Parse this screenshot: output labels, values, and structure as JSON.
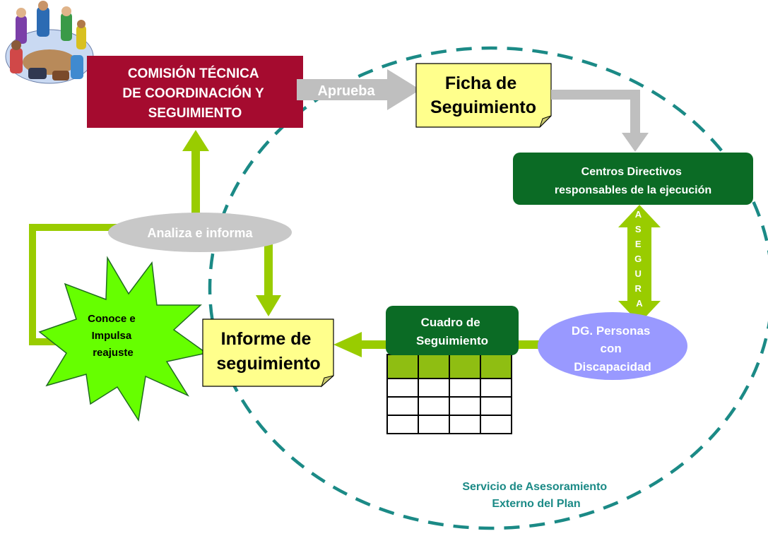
{
  "comision": {
    "lines": [
      "COMISIÓN TÉCNICA",
      "DE COORDINACIÓN Y",
      "SEGUIMIENTO"
    ]
  },
  "aprueba": "Aprueba",
  "ficha": {
    "lines": [
      "Ficha de",
      "Seguimiento"
    ]
  },
  "centros": {
    "lines": [
      "Centros Directivos",
      "responsables de la ejecución"
    ]
  },
  "asegura": [
    "A",
    "S",
    "E",
    "G",
    "U",
    "R",
    "A"
  ],
  "dg": {
    "lines": [
      "DG. Personas",
      "con",
      "Discapacidad"
    ]
  },
  "cuadro": {
    "lines": [
      "Cuadro de",
      "Seguimiento"
    ]
  },
  "informe": {
    "lines": [
      "Informe de",
      "seguimiento"
    ]
  },
  "analiza": "Analiza e informa",
  "conoce": {
    "lines": [
      "Conoce e",
      "Impulsa",
      "reajuste"
    ]
  },
  "servicio": {
    "lines": [
      "Servicio de Asesoramiento",
      "Externo del Plan"
    ]
  },
  "colors": {
    "comision_fill": "#a50b2f",
    "note_fill": "#ffff8c",
    "dark_green": "#0b6b25",
    "lime": "#99cc00",
    "grey_arrow": "#bfbfbf",
    "ellipse_grey": "#c8c8c8",
    "ellipse_blue": "#9999ff",
    "teal_dash": "#1b8a86",
    "table_header": "#8fbe12"
  },
  "icons": [
    "meeting-people-clipart-icon",
    "table-grid-icon",
    "starburst-icon"
  ]
}
